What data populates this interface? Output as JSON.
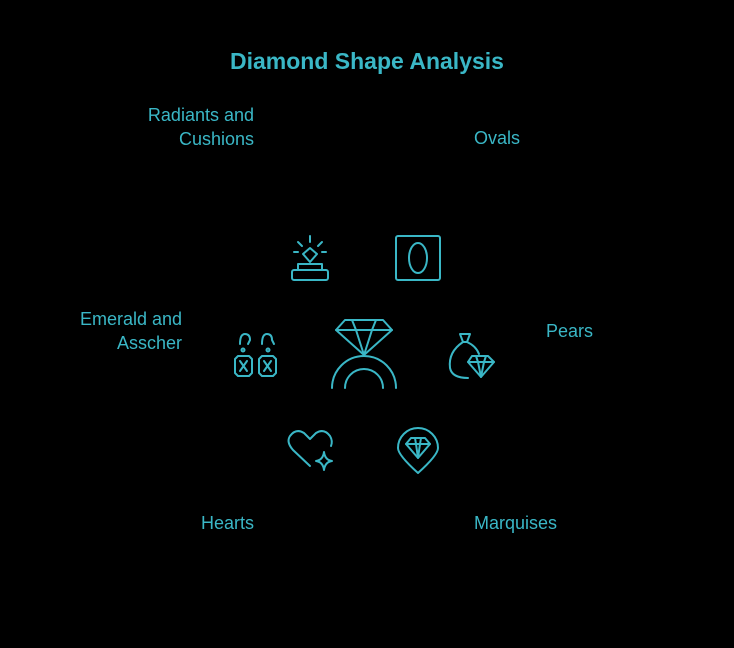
{
  "title": "Diamond Shape Analysis",
  "accent_color": "#3ab7c6",
  "background_color": "#000000",
  "center_icon": "diamond-ring-icon",
  "shapes": [
    {
      "label": "Radiants and Cushions",
      "icon": "ring-box-icon"
    },
    {
      "label": "Ovals",
      "icon": "oval-frame-icon"
    },
    {
      "label": "Emerald and Asscher",
      "icon": "earrings-icon"
    },
    {
      "label": "Pears",
      "icon": "gem-bag-icon"
    },
    {
      "label": "Hearts",
      "icon": "heart-sparkle-icon"
    },
    {
      "label": "Marquises",
      "icon": "gem-pin-icon"
    }
  ]
}
